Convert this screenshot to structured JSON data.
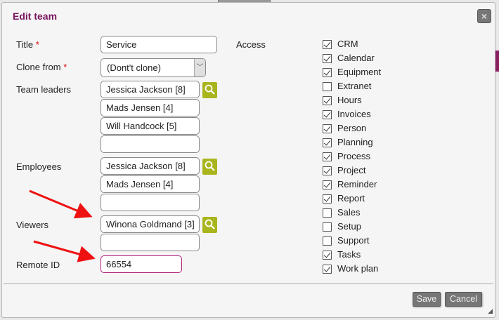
{
  "dialog": {
    "title": "Edit team",
    "close_icon": "close-icon"
  },
  "form": {
    "title_label": "Title",
    "title_value": "Service",
    "clone_label": "Clone from",
    "clone_value": "(Dont't clone)",
    "required_mark": "*",
    "team_leaders_label": "Team leaders",
    "team_leaders": [
      "Jessica Jackson [8]",
      "Mads Jensen [4]",
      "Will Handcock [5]",
      ""
    ],
    "employees_label": "Employees",
    "employees": [
      "Jessica Jackson [8]",
      "Mads Jensen [4]",
      ""
    ],
    "viewers_label": "Viewers",
    "viewers": [
      "Winona Goldmand [3]",
      ""
    ],
    "remote_id_label": "Remote ID",
    "remote_id_value": "66554"
  },
  "access": {
    "label": "Access",
    "items": [
      {
        "label": "CRM",
        "checked": true
      },
      {
        "label": "Calendar",
        "checked": true
      },
      {
        "label": "Equipment",
        "checked": true
      },
      {
        "label": "Extranet",
        "checked": false
      },
      {
        "label": "Hours",
        "checked": true
      },
      {
        "label": "Invoices",
        "checked": true
      },
      {
        "label": "Person",
        "checked": true
      },
      {
        "label": "Planning",
        "checked": true
      },
      {
        "label": "Process",
        "checked": true
      },
      {
        "label": "Project",
        "checked": true
      },
      {
        "label": "Reminder",
        "checked": true
      },
      {
        "label": "Report",
        "checked": true
      },
      {
        "label": "Sales",
        "checked": false
      },
      {
        "label": "Setup",
        "checked": false
      },
      {
        "label": "Support",
        "checked": false
      },
      {
        "label": "Tasks",
        "checked": true
      },
      {
        "label": "Work plan",
        "checked": true
      }
    ]
  },
  "footer": {
    "save": "Save",
    "cancel": "Cancel"
  },
  "colors": {
    "accent": "#7a1560",
    "search_button": "#a9b51c",
    "annotation_arrow": "#ee1111"
  }
}
